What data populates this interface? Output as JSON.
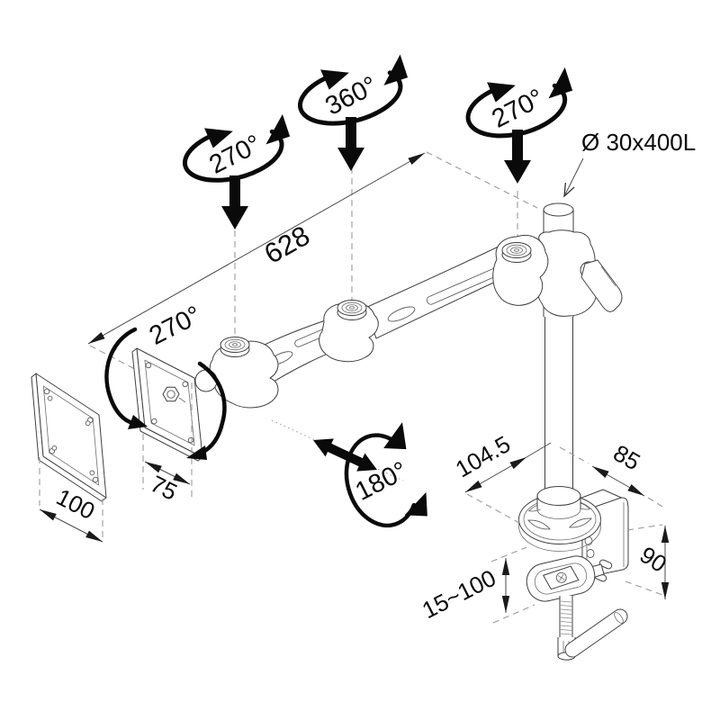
{
  "diagram": {
    "rotation_labels": {
      "elbow_joint": "270°",
      "mid_joint": "360°",
      "pole_joint": "270°",
      "vesa_tilt": "270°",
      "arm_swivel": "180°"
    },
    "dimension_labels": {
      "arm_reach": "628",
      "pole_size": "Ø 30x400L",
      "vesa_plate_outer": "100",
      "vesa_plate_inner": "75",
      "base_depth": "104.5",
      "base_width": "85",
      "clamp_bracket_height": "90",
      "clamp_thickness_range": "15~100"
    },
    "colors": {
      "background": "#ffffff",
      "part_line": "#3f3f3f",
      "dimension_line": "#4a4a4a",
      "construction_line": "#9a9a9a",
      "annotation": "#0a0a0a"
    }
  }
}
